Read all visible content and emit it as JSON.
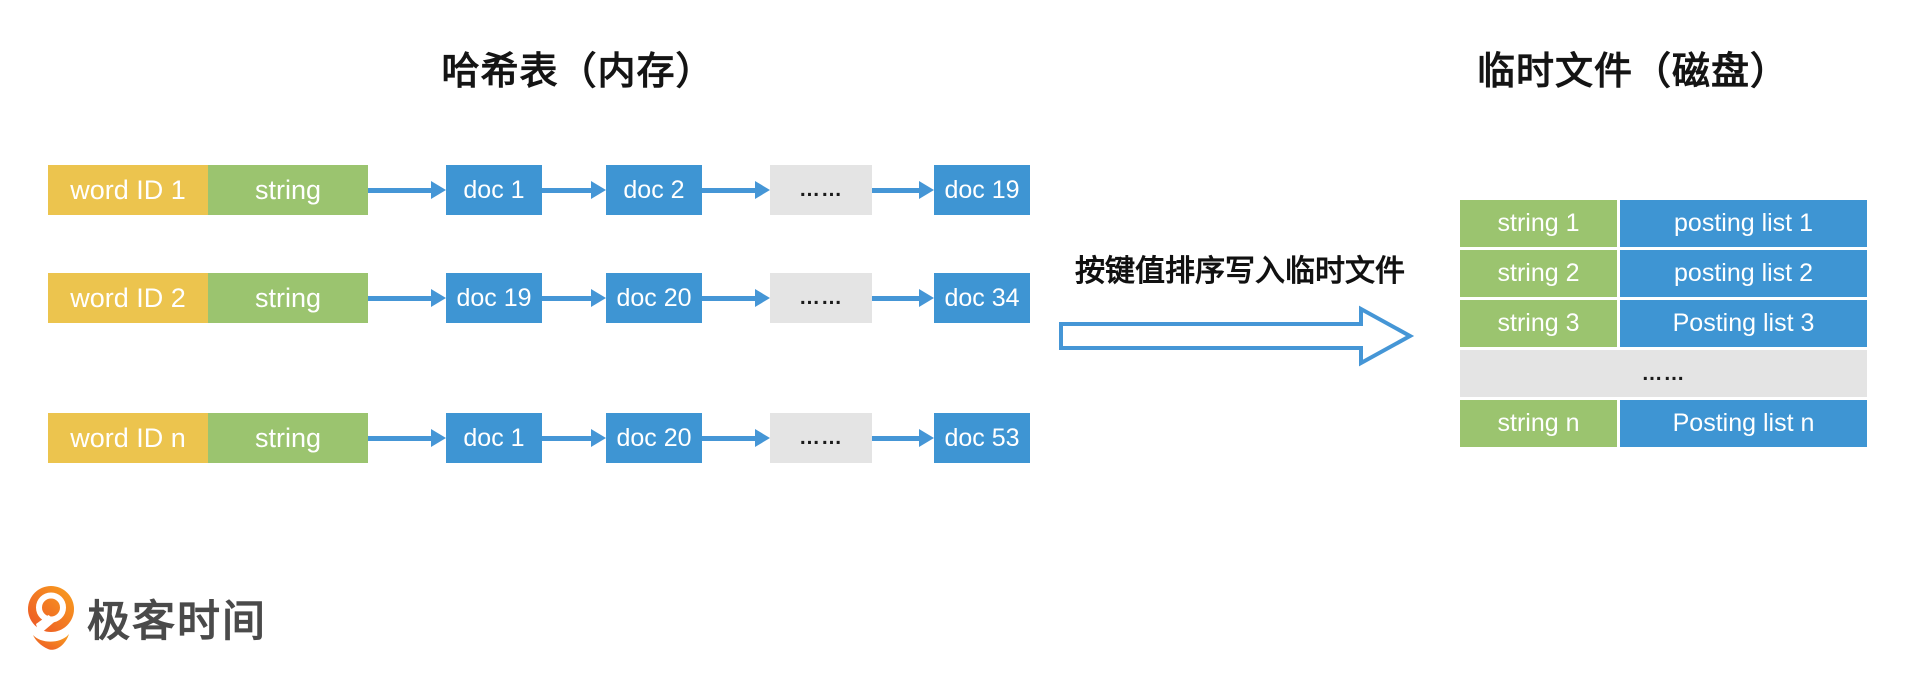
{
  "titles": {
    "hash_table": "哈希表（内存）",
    "temp_file": "临时文件（磁盘）"
  },
  "transfer": {
    "label": "按键值排序写入临时文件",
    "arrow_icon": "hollow-right-arrow"
  },
  "hash_table": {
    "rows": [
      {
        "word_id": "word ID 1",
        "string_label": "string",
        "docs": [
          "doc 1",
          "doc 2",
          "……",
          "doc 19"
        ]
      },
      {
        "word_id": "word ID 2",
        "string_label": "string",
        "docs": [
          "doc 19",
          "doc 20",
          "……",
          "doc 34"
        ]
      },
      {
        "word_id": "word ID n",
        "string_label": "string",
        "docs": [
          "doc 1",
          "doc 20",
          "……",
          "doc 53"
        ]
      }
    ]
  },
  "temp_file": {
    "rows": [
      {
        "string": "string 1",
        "posting_list": "posting list 1"
      },
      {
        "string": "string 2",
        "posting_list": "posting list 2"
      },
      {
        "string": "string 3",
        "posting_list": "Posting list 3"
      },
      {
        "ellipsis": "……"
      },
      {
        "string": "string n",
        "posting_list": "Posting list n"
      }
    ]
  },
  "logo": {
    "text": "极客时间",
    "icon": "geektime-q-pin-icon"
  },
  "colors": {
    "word_id_yellow": "#ECC44E",
    "string_green": "#9BC46F",
    "doc_blue": "#3E95D3",
    "ellipsis_gray": "#E4E4E4",
    "arrow_blue": "#4596D6",
    "logo_orange": "#F4701F",
    "logo_text_gray": "#4A4A4A"
  }
}
